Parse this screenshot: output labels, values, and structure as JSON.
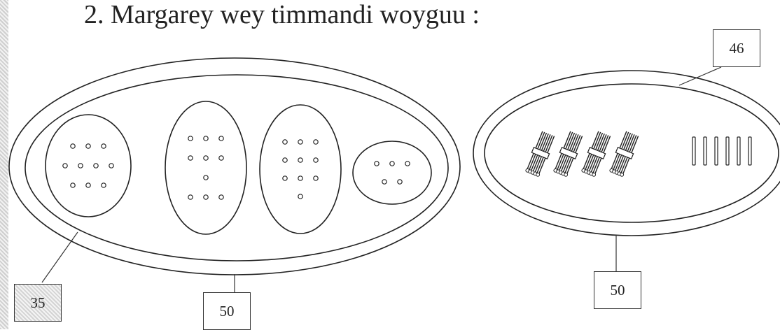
{
  "title": "2. Margarey wey timmandi woyguu :",
  "labels": {
    "left_inner_pointer": "35",
    "left_outer_pointer": "50",
    "right_top_pointer": "46",
    "right_bottom_pointer": "50"
  },
  "left_group": {
    "ovals": [
      {
        "name": "group-oval-1",
        "dot_rows": [
          3,
          4,
          3
        ]
      },
      {
        "name": "group-oval-2",
        "dot_rows": [
          3,
          3,
          1,
          3
        ]
      },
      {
        "name": "group-oval-3",
        "dot_rows": [
          3,
          3,
          3,
          1
        ]
      },
      {
        "name": "group-oval-4",
        "dot_rows": [
          3,
          2
        ]
      }
    ]
  },
  "right_group": {
    "bundles_of_ten": 4,
    "single_sticks": 6
  }
}
